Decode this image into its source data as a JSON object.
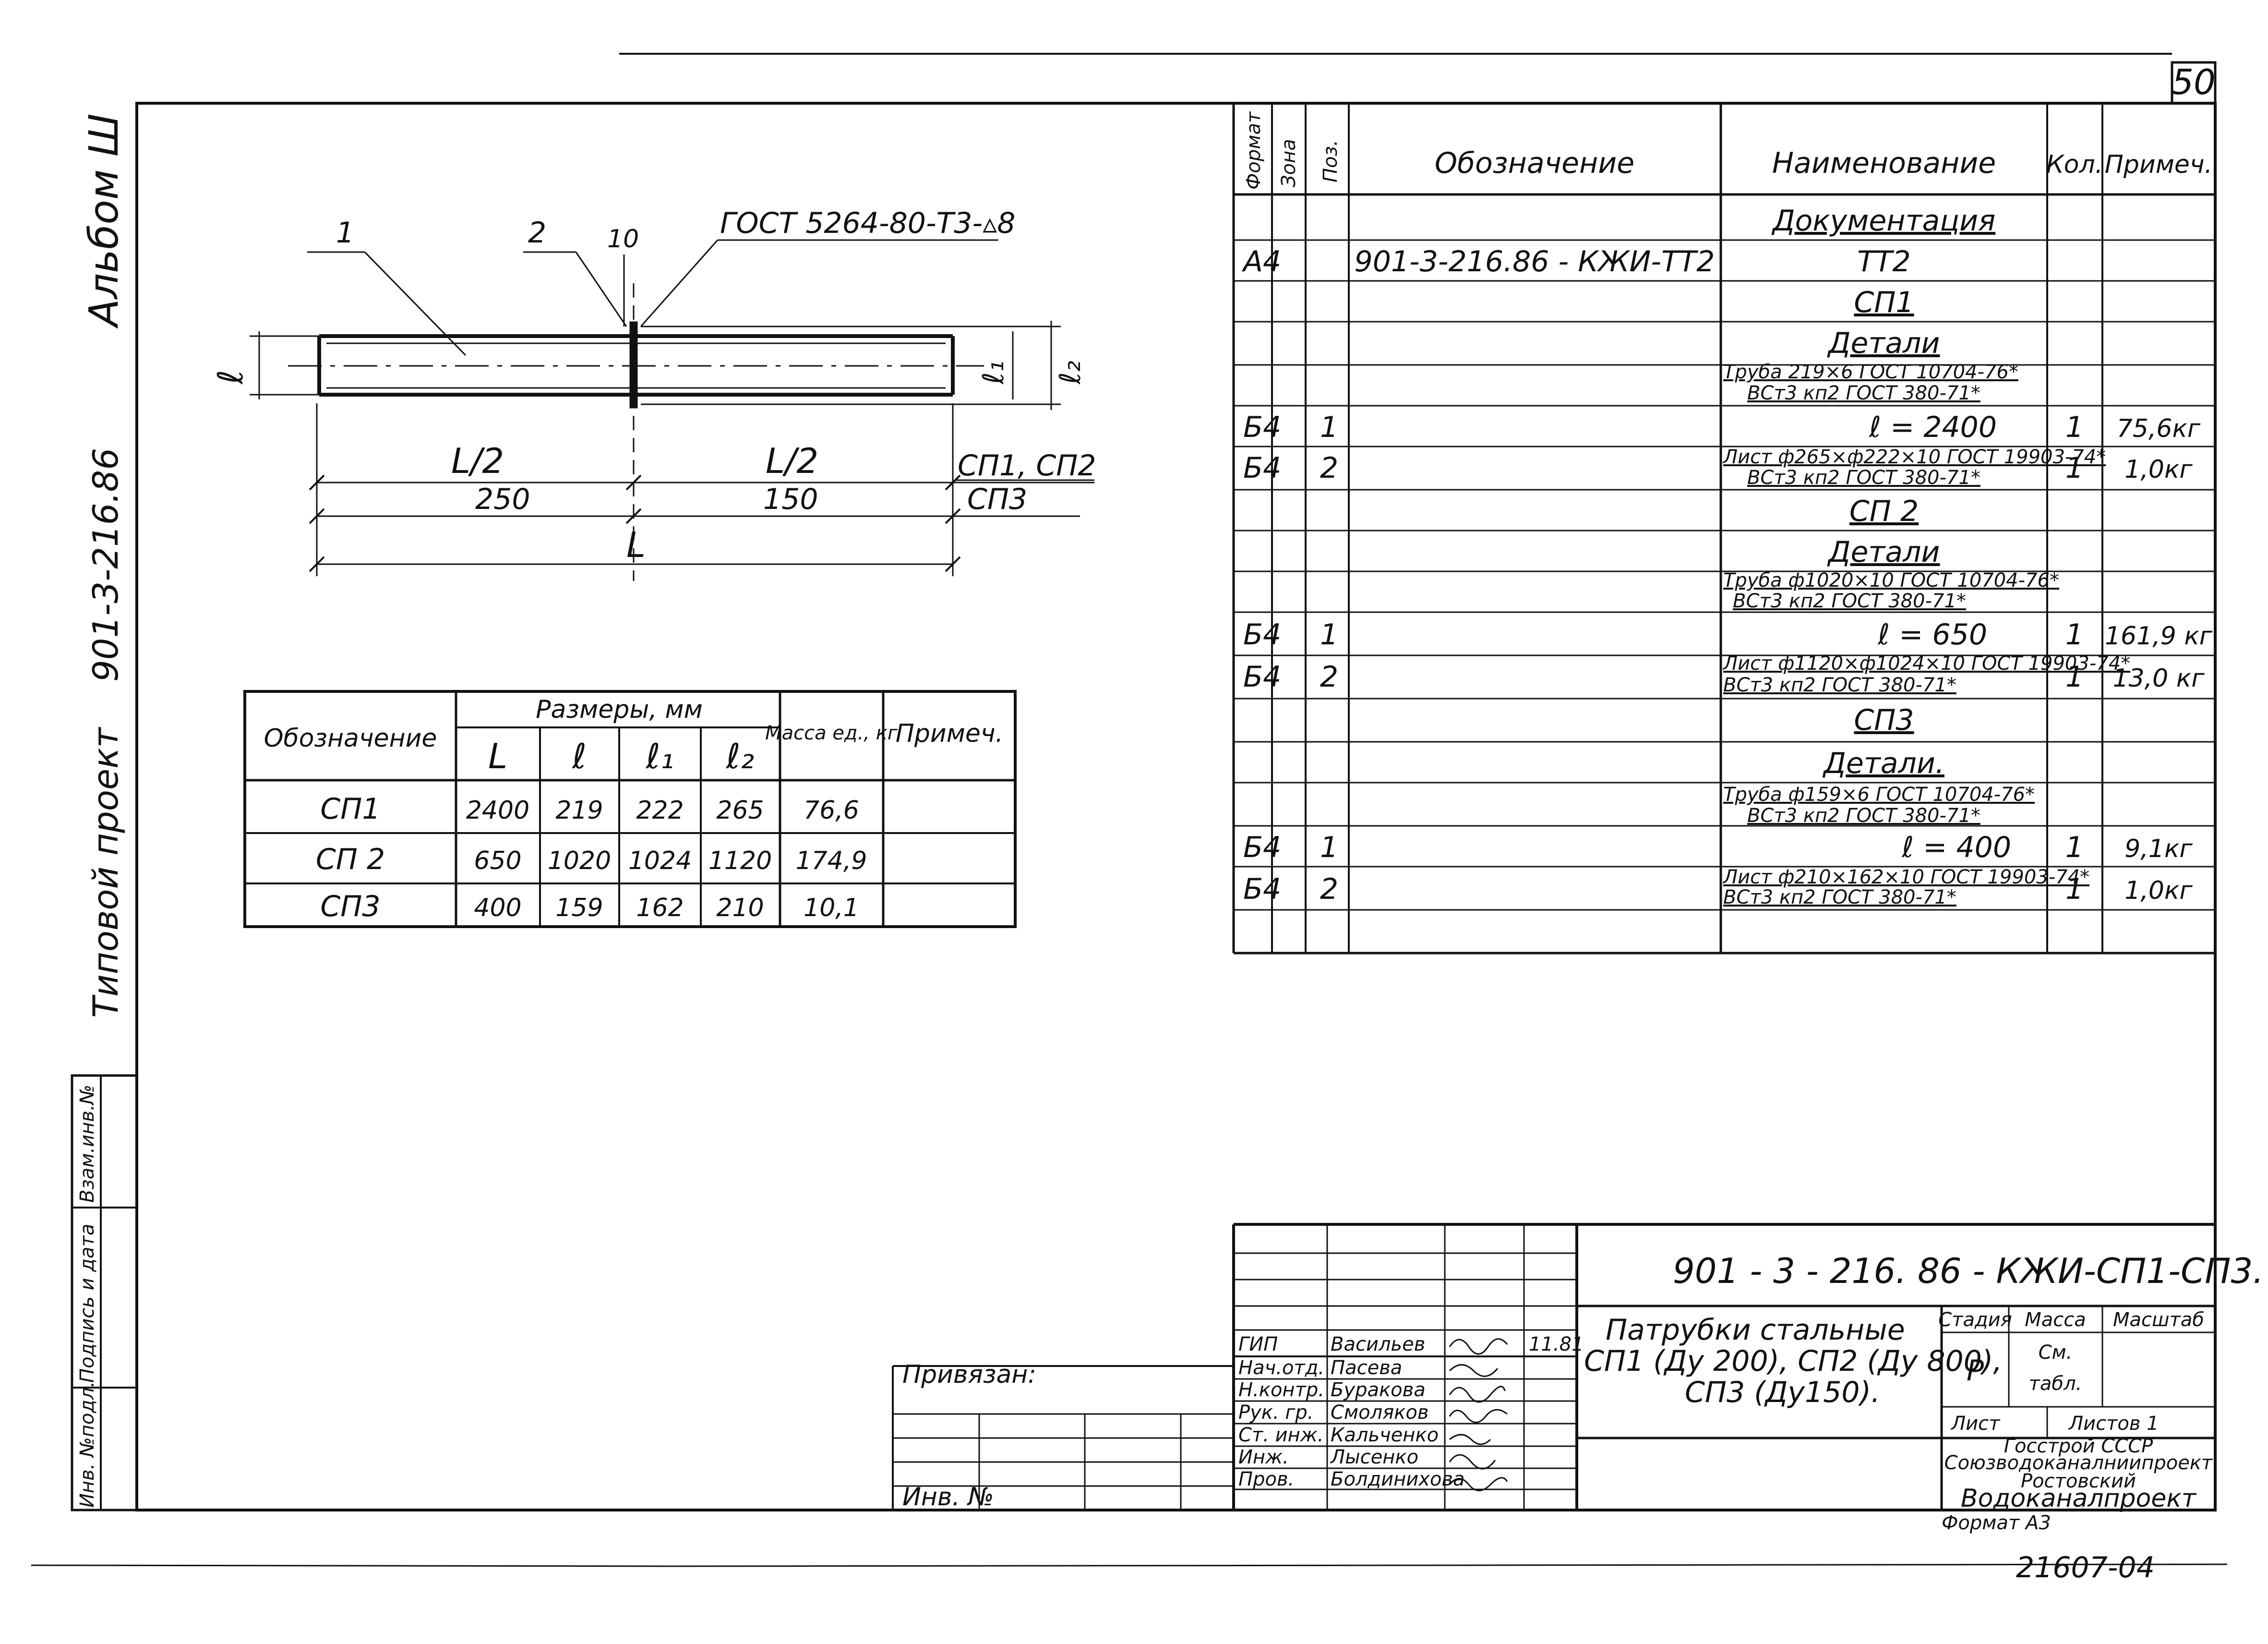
{
  "sheet_number": "50",
  "side_labels": {
    "album": "Альбом Ш",
    "project_code": "901-3-216.86",
    "project_type": "Типовой проект",
    "bottom_stamps": [
      "Инв. №подл.",
      "Подпись и дата",
      "Взам.инв.№"
    ]
  },
  "drawing": {
    "leader_1": "1",
    "leader_2": "2",
    "leader_10": "10",
    "weld_note": "ГОСТ 5264-80-Т3-▵8",
    "dim_l": "ℓ",
    "dim_l1": "ℓ₁",
    "dim_l2": "ℓ₂",
    "half_left": "L/2",
    "half_right": "L/2",
    "val_left": "250",
    "val_right": "150",
    "total": "L",
    "tag_sp12": "СП1, СП2",
    "tag_sp3": "СП3"
  },
  "sizes_table": {
    "head_designation": "Обозначение",
    "head_sizes": "Размеры, мм",
    "head_mass": "Масса ед., кг",
    "head_note": "Примеч.",
    "sub_cols": [
      "L",
      "ℓ",
      "ℓ₁",
      "ℓ₂"
    ],
    "rows": [
      {
        "name": "СП1",
        "L": "2400",
        "l": "219",
        "l1": "222",
        "l2": "265",
        "mass": "76,6"
      },
      {
        "name": "СП 2",
        "L": "650",
        "l": "1020",
        "l1": "1024",
        "l2": "1120",
        "mass": "174,9"
      },
      {
        "name": "СП3",
        "L": "400",
        "l": "159",
        "l1": "162",
        "l2": "210",
        "mass": "10,1"
      }
    ]
  },
  "spec": {
    "head": {
      "format": "Формат",
      "zone": "Зона",
      "pos": "Поз.",
      "designation": "Обозначение",
      "name": "Наименование",
      "qty": "Кол.",
      "note": "Примеч."
    },
    "documentation": "Документация",
    "doc_format": "А4",
    "doc_designation": "901-3-216.86 - КЖИ-ТТ2",
    "doc_name": "ТТ2",
    "sp1": "СП1",
    "details_1": "Детали",
    "sp1_pipe_a": "Труба 219×6 ГОСТ 10704-76*",
    "sp1_pipe_b": "ВСт3 кп2 ГОСТ 380-71*",
    "sp1_r1": {
      "format": "Б4",
      "pos": "1",
      "name": "ℓ = 2400",
      "qty": "1",
      "note": "75,6кг"
    },
    "sp1_sheet_a": "Лист ф265×ф222×10 ГОСТ 19903-74*",
    "sp1_sheet_b": "ВСт3 кп2 ГОСТ 380-71*",
    "sp1_r2": {
      "format": "Б4",
      "pos": "2",
      "qty": "1",
      "note": "1,0кг"
    },
    "sp2": "СП 2",
    "details_2": "Детали",
    "sp2_pipe_a": "Труба ф1020×10 ГОСТ 10704-76*",
    "sp2_pipe_b": "ВСт3 кп2 ГОСТ 380-71*",
    "sp2_r1": {
      "format": "Б4",
      "pos": "1",
      "name": "ℓ = 650",
      "qty": "1",
      "note": "161,9 кг"
    },
    "sp2_sheet_a": "Лист ф1120×ф1024×10 ГОСТ 19903-74*",
    "sp2_sheet_b": "ВСт3 кп2 ГОСТ 380-71*",
    "sp2_r2": {
      "format": "Б4",
      "pos": "2",
      "qty": "1",
      "note": "13,0 кг"
    },
    "sp3": "СП3",
    "details_3": "Детали.",
    "sp3_pipe_a": "Труба ф159×6 ГОСТ 10704-76*",
    "sp3_pipe_b": "ВСт3 кп2 ГОСТ 380-71*",
    "sp3_r1": {
      "format": "Б4",
      "pos": "1",
      "name": "ℓ = 400",
      "qty": "1",
      "note": "9,1кг"
    },
    "sp3_sheet_a": "Лист ф210×162×10 ГОСТ 19903-74*",
    "sp3_sheet_b": "ВСт3 кп2 ГОСТ 380-71*",
    "sp3_r2": {
      "format": "Б4",
      "pos": "2",
      "qty": "1",
      "note": "1,0кг"
    }
  },
  "title_block": {
    "bound": "Привязан:",
    "inv_no": "Инв. №",
    "code": "901 - 3 - 216. 86    - КЖИ-СП1-СП3.",
    "title_1": "Патрубки стальные",
    "title_2": "СП1 (Ду 200), СП2 (Ду 800),",
    "title_3": "СП3 (Ду150).",
    "stage_head": "Стадия",
    "mass_head": "Масса",
    "scale_head": "Масштаб",
    "stage": "Р",
    "mass_a": "См.",
    "mass_b": "табл.",
    "sheet_lbl": "Лист",
    "sheets_lbl": "Листов 1",
    "org_1": "Госстрой СССР",
    "org_2": "Союзводоканалниипроект",
    "org_3": "Ростовский",
    "org_4": "Водоканалпроект",
    "format": "Формат А3",
    "date": "11.81",
    "roles": [
      {
        "role": "ГИП",
        "name": "Васильев"
      },
      {
        "role": "Нач.отд.",
        "name": "Пасева"
      },
      {
        "role": "Н.контр.",
        "name": "Буракова"
      },
      {
        "role": "Рук. гр.",
        "name": "Смоляков"
      },
      {
        "role": "Ст. инж.",
        "name": "Кальченко"
      },
      {
        "role": "Инж.",
        "name": "Лысенко"
      },
      {
        "role": "Пров.",
        "name": "Болдинихова"
      }
    ]
  },
  "footer_number": "21607-04"
}
